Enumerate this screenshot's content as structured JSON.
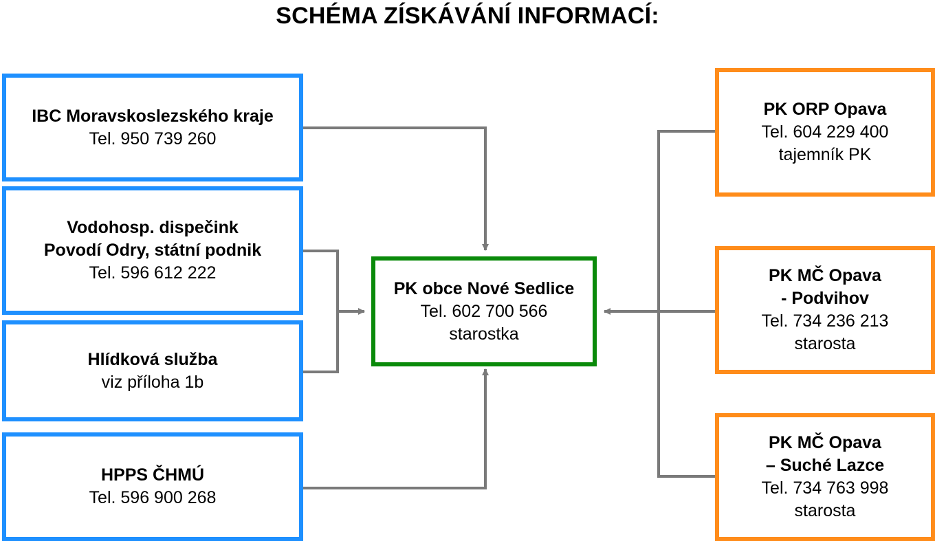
{
  "title": "SCHÉMA ZÍSKÁVÁNÍ INFORMACÍ:",
  "colors": {
    "sources": "#1e90ff",
    "orp": "#ff8c1a",
    "center": "#0a8a0a",
    "arrows": "#7a7a7a"
  },
  "center": {
    "name": "PK obce Nové Sedlice",
    "phone": "Tel. 602 700 566",
    "role": "starostka"
  },
  "left": [
    {
      "name": "IBC Moravskoslezského kraje",
      "phone": "Tel. 950 739 260"
    },
    {
      "name1": "Vodohosp. dispečink",
      "name2": "Povodí Odry, státní podnik",
      "phone": "Tel. 596 612 222"
    },
    {
      "name": "Hlídková služba",
      "note": "viz příloha 1b"
    },
    {
      "name": "HPPS ČHMÚ",
      "phone": "Tel. 596 900 268"
    }
  ],
  "right": [
    {
      "name": "PK ORP Opava",
      "phone": "Tel. 604 229 400",
      "role": "tajemník PK"
    },
    {
      "name1": "PK MČ Opava",
      "name2": "- Podvihov",
      "phone": "Tel. 734 236 213",
      "role": "starosta"
    },
    {
      "name1": "PK MČ Opava",
      "name2": "– Suché Lazce",
      "phone": "Tel. 734 763 998",
      "role": "starosta"
    }
  ]
}
